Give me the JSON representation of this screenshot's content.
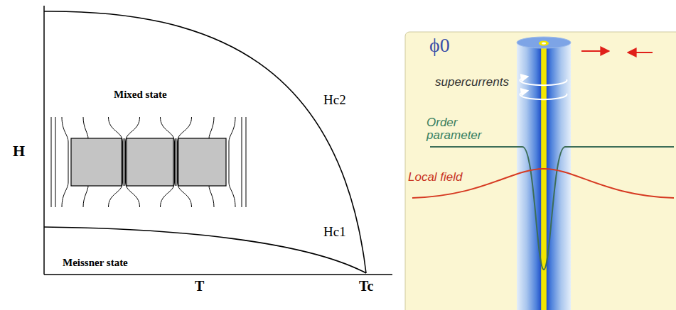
{
  "diagram": {
    "labels": [
      "H",
      "Mixed state",
      "Hc2",
      "Hc1",
      "Meissner state",
      "T",
      "Tc",
      "ϕ0",
      "supercurrents",
      "Order parameter",
      "Local field"
    ]
  }
}
